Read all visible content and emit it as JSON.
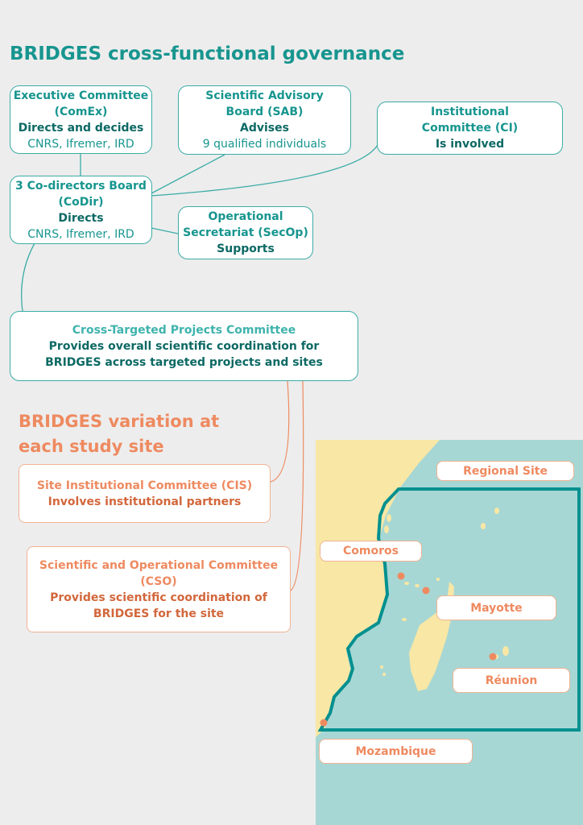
{
  "title": "BRIDGES cross-functional governance",
  "comex": {
    "name": "Executive Committee (ComEx)",
    "role": "Directs and decides",
    "members": "CNRS, Ifremer, IRD"
  },
  "sab": {
    "name": "Scientific Advisory Board (SAB)",
    "role": "Advises",
    "members": "9 qualified individuals"
  },
  "ci": {
    "name": "Institutional Committee (CI)",
    "role": "Is involved"
  },
  "codir": {
    "name": "3 Co-directors Board (CoDir)",
    "role": "Directs",
    "members": "CNRS, Ifremer, IRD"
  },
  "secop": {
    "name": "Operational Secretariat (SecOp)",
    "role": "Supports"
  },
  "ctpc": {
    "name": "Cross-Targeted Projects Committee",
    "role": "Provides overall scientific coordination for BRIDGES across targeted projects and sites"
  },
  "subtitle": "BRIDGES variation at each study site",
  "cis": {
    "name": "Site Institutional Committee (CIS)",
    "role": "Involves institutional partners"
  },
  "cso": {
    "name": "Scientific and Operational Committee (CSO)",
    "role": "Provides scientific coordination of BRIDGES for the site"
  },
  "map": {
    "regional": "Regional Site",
    "comoros": "Comoros",
    "mayotte": "Mayotte",
    "reunion": "Réunion",
    "mozambique": "Mozambique"
  },
  "colors": {
    "teal": "#17958f",
    "dark_teal": "#0c6964",
    "orange": "#ee8a60",
    "sea": "#a7d7d4",
    "land": "#f8e7a5",
    "border": "#00908f"
  }
}
